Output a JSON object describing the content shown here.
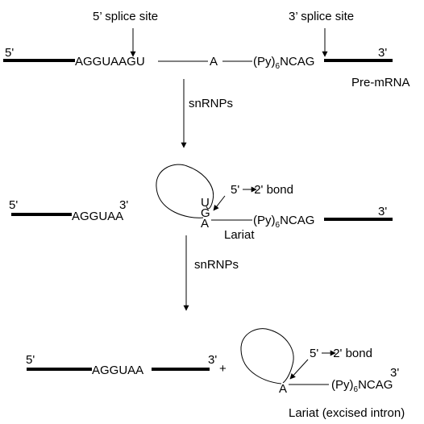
{
  "stage1": {
    "splice5_label": "5’ splice site",
    "splice3_label": "3’ splice site",
    "end5": "5'",
    "seq_5ss": "AGGUAAGU",
    "branch_a": "A",
    "py_open": "(Py)",
    "py_sub": "6",
    "py_rest": "NCAG",
    "end3": "3'",
    "premrna_label": "Pre-mRNA"
  },
  "arrow1_label": "snRNPs",
  "stage2": {
    "end5": "5'",
    "end3_exon": "3'",
    "exon1_seq": "AGGUAA",
    "lariat_u": "U",
    "lariat_g": "G",
    "lariat_a": "A",
    "bond_5": "5'",
    "bond_2": "2' bond",
    "py_open": "(Py)",
    "py_sub": "6",
    "py_rest": "NCAG",
    "end3": "3'",
    "lariat_label": "Lariat"
  },
  "arrow2_label": "snRNPs",
  "stage3": {
    "end5": "5'",
    "exon_seq": "AGGUAA",
    "end3": "3'",
    "plus": "+",
    "bond_5": "5'",
    "bond_2": "2' bond",
    "lariat_a": "A",
    "py_open": "(Py)",
    "py_sub": "6",
    "py_rest": "NCAG",
    "intron_end3": "3'",
    "lariat_label": "Lariat (excised intron)"
  }
}
